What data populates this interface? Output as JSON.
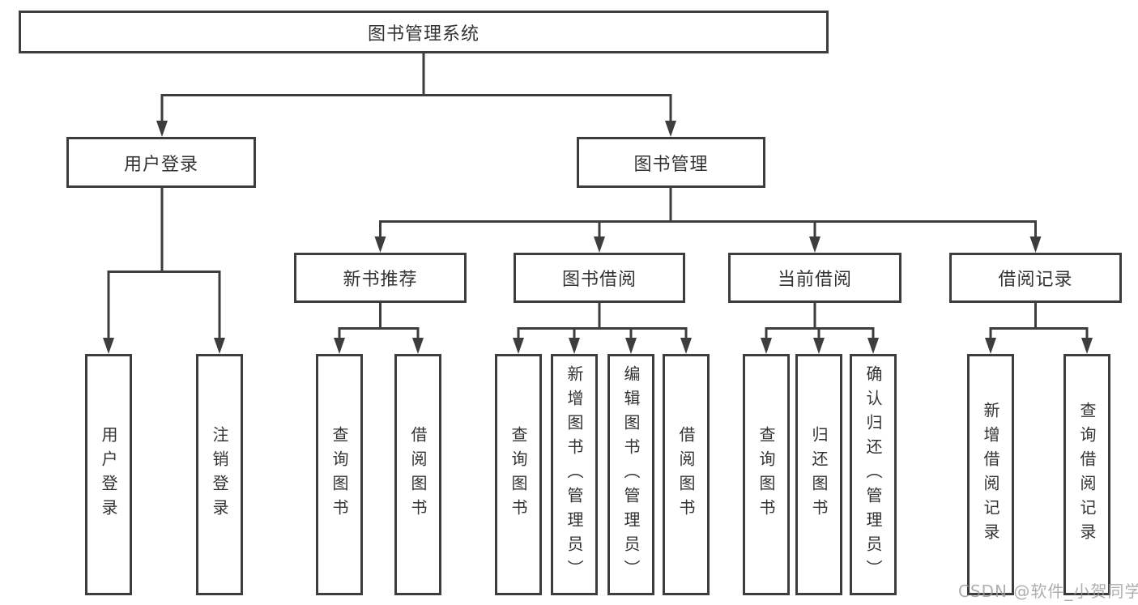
{
  "diagram": {
    "root": {
      "label": "图书管理系统"
    },
    "level2": [
      {
        "label": "用户登录"
      },
      {
        "label": "图书管理"
      }
    ],
    "level3": [
      {
        "label": "新书推荐"
      },
      {
        "label": "图书借阅"
      },
      {
        "label": "当前借阅"
      },
      {
        "label": "借阅记录"
      }
    ],
    "leaves": {
      "user_login": [
        "用户登录",
        "注销登录"
      ],
      "new_book": [
        "查询图书",
        "借阅图书"
      ],
      "book_borrow": [
        "查询图书",
        "新增图书（管理员）",
        "编辑图书（管理员）",
        "借阅图书"
      ],
      "current_borrow": [
        "查询图书",
        "归还图书",
        "确认归还（管理员）"
      ],
      "borrow_record": [
        "新增借阅记录",
        "查询借阅记录"
      ]
    },
    "watermark": "CSDN @软件_小贺同学",
    "colors": {
      "line": "#3d3d3d",
      "text": "#333333",
      "box_fill": "#ffffff",
      "watermark": "#9a9a9a"
    }
  }
}
